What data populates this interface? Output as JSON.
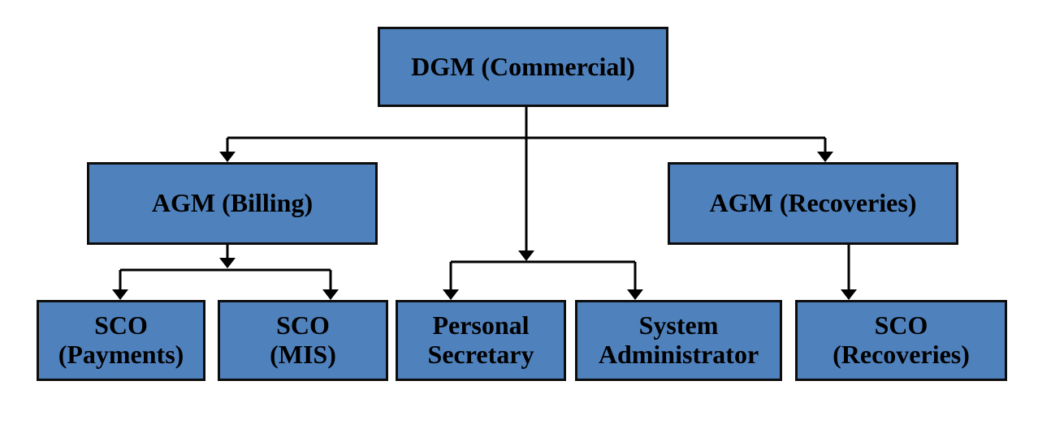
{
  "diagram": {
    "type": "org-chart",
    "colors": {
      "background": "#ffffff",
      "node_fill": "#4f81bd",
      "node_border": "#0d0d0d",
      "connector": "#000000",
      "text": "#000000"
    },
    "nodes": {
      "dgm": {
        "label": "DGM (Commercial)"
      },
      "agm_billing": {
        "label": "AGM (Billing)"
      },
      "agm_recoveries": {
        "label": "AGM (Recoveries)"
      },
      "sco_payments": {
        "label": "SCO\n(Payments)"
      },
      "sco_mis": {
        "label": "SCO\n(MIS)"
      },
      "personal_secretary": {
        "label": "Personal\nSecretary"
      },
      "system_administrator": {
        "label": "System\nAdministrator"
      },
      "sco_recoveries": {
        "label": "SCO\n(Recoveries)"
      }
    },
    "edges": [
      {
        "from": "DGM (Commercial)",
        "to": "AGM (Billing)"
      },
      {
        "from": "DGM (Commercial)",
        "to": "AGM (Recoveries)"
      },
      {
        "from": "DGM (Commercial)",
        "to": "Personal Secretary"
      },
      {
        "from": "DGM (Commercial)",
        "to": "System Administrator"
      },
      {
        "from": "AGM (Billing)",
        "to": "SCO (Payments)"
      },
      {
        "from": "AGM (Billing)",
        "to": "SCO (MIS)"
      },
      {
        "from": "AGM (Recoveries)",
        "to": "SCO (Recoveries)"
      }
    ]
  }
}
